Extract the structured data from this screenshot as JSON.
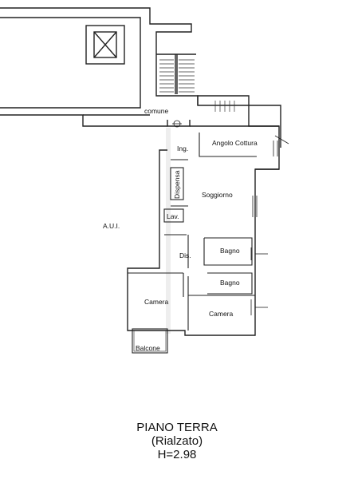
{
  "plan": {
    "labels": {
      "comune": "comune",
      "ingresso": "Ing.",
      "angolo_cottura": "Angolo Cottura",
      "dispensa": "Dispensa",
      "soggiorno": "Soggiorno",
      "lavanderia": "Lav.",
      "aui": "A.U.I.",
      "bagno_1": "Bagno",
      "disimpegno": "Dis.",
      "bagno_2": "Bagno",
      "camera_1": "Camera",
      "camera_2": "Camera",
      "balcone": "Balcone"
    },
    "caption": {
      "line1": "PIANO TERRA",
      "line2": "(Rialzato)",
      "line3": "H=2.98"
    }
  }
}
